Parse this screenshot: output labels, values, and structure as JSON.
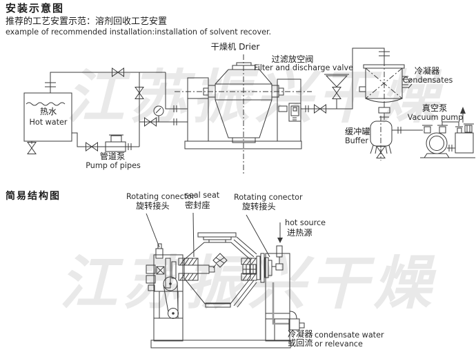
{
  "header": {
    "title": "安装示意图",
    "subtitle_cn": "推荐的工艺安置示范：溶剂回收工艺安置",
    "subtitle_en": "example of recommended installation:installation of solvent recover."
  },
  "watermark": {
    "text": "江苏振兴干燥"
  },
  "installation": {
    "drier_cn": "干燥机",
    "drier_en": "Drier",
    "filter_cn": "过滤放空阀",
    "filter_en": "Filter and discharge valve",
    "condenser_cn": "冷凝器",
    "condenser_en": "Condensates",
    "vacuum_cn": "真空泵",
    "vacuum_en": "Vacuum pump",
    "buffer_cn": "缓冲罐",
    "buffer_en": "Buffer",
    "hot_water_cn": "热水",
    "hot_water_en": "Hot water",
    "pipe_pump_cn": "管道泵",
    "pipe_pump_en": "Pump of pipes"
  },
  "structure": {
    "title": "简易结构图",
    "rotating_left_en": "Rotating conector",
    "rotating_left_cn": "旋转接头",
    "seal_en": "seal seat",
    "seal_cn": "密封座",
    "rotating_right_en": "Rotating conector",
    "rotating_right_cn": "旋转接头",
    "hot_source_en": "hot source",
    "hot_source_cn": "进热源",
    "condensate_cn1": "冷凝器",
    "condensate_cn2": "或回流",
    "condensate_en1": "condensate water",
    "condensate_en2": "or relevance"
  },
  "colors": {
    "line": "#3a3a3a",
    "watermark": "#e9e9e9"
  }
}
